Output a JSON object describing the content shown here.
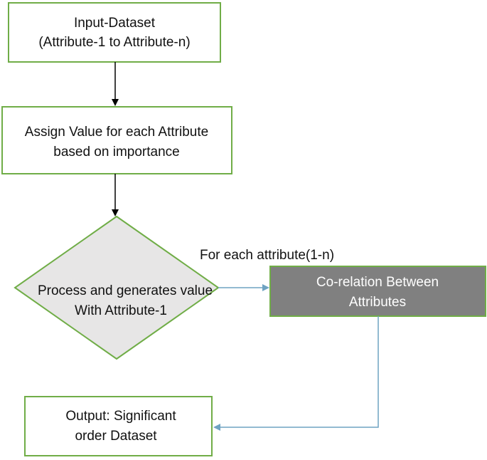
{
  "nodes": {
    "input_dataset": {
      "line1": "Input-Dataset",
      "line2": "(Attribute-1 to Attribute-n)"
    },
    "assign_value": {
      "line1": "Assign Value for each Attribute",
      "line2": "based on importance"
    },
    "process_decision": {
      "line1": "Process and generates value",
      "line2": "With Attribute-1"
    },
    "correlation": {
      "line1": "Co-relation Between",
      "line2": "Attributes"
    },
    "output": {
      "line1": "Output: Significant",
      "line2": "order Dataset"
    }
  },
  "edges": {
    "loop_label": "For each attribute(1-n)"
  },
  "colors": {
    "box_border": "#70ad47",
    "decision_fill": "#e7e6e6",
    "correlation_fill": "#808080",
    "connector_blue": "#6fa3c2",
    "connector_black": "#000000"
  }
}
